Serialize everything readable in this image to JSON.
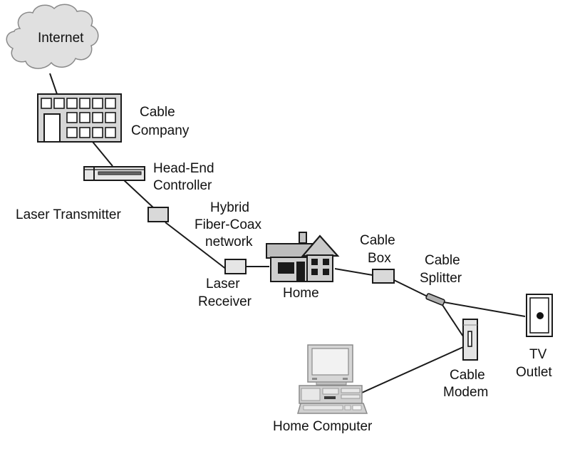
{
  "diagram": {
    "title": "Cable Internet Network",
    "colors": {
      "line": "#1a1a1a",
      "fill_light": "#e0e0e0",
      "fill_mid": "#bdbdbd",
      "background": "#ffffff",
      "dark": "#111111"
    },
    "nodes": {
      "internet": {
        "label": "Internet",
        "icon": "cloud-icon"
      },
      "cable_company": {
        "label_line1": "Cable",
        "label_line2": "Company",
        "icon": "building-icon"
      },
      "head_end": {
        "label_line1": "Head-End",
        "label_line2": "Controller",
        "icon": "rack-device-icon"
      },
      "laser_tx": {
        "label": "Laser Transmitter",
        "icon": "box-icon"
      },
      "hfc": {
        "label_line1": "Hybrid",
        "label_line2": "Fiber-Coax",
        "label_line3": "network"
      },
      "laser_rx": {
        "label_line1": "Laser",
        "label_line2": "Receiver",
        "icon": "box-icon"
      },
      "home": {
        "label": "Home",
        "icon": "house-icon"
      },
      "cable_box": {
        "label_line1": "Cable",
        "label_line2": "Box",
        "icon": "box-icon"
      },
      "splitter": {
        "label_line1": "Cable",
        "label_line2": "Splitter",
        "icon": "splitter-icon"
      },
      "tv_outlet": {
        "label_line1": "TV",
        "label_line2": "Outlet",
        "icon": "wall-outlet-icon"
      },
      "modem": {
        "label_line1": "Cable",
        "label_line2": "Modem",
        "icon": "modem-icon"
      },
      "computer": {
        "label": "Home Computer",
        "icon": "desktop-computer-icon"
      }
    },
    "edges": [
      [
        "internet",
        "cable_company"
      ],
      [
        "cable_company",
        "head_end"
      ],
      [
        "head_end",
        "laser_tx"
      ],
      [
        "laser_tx",
        "laser_rx"
      ],
      [
        "laser_rx",
        "home"
      ],
      [
        "home",
        "cable_box"
      ],
      [
        "cable_box",
        "splitter"
      ],
      [
        "splitter",
        "tv_outlet"
      ],
      [
        "splitter",
        "modem"
      ],
      [
        "modem",
        "computer"
      ]
    ]
  }
}
